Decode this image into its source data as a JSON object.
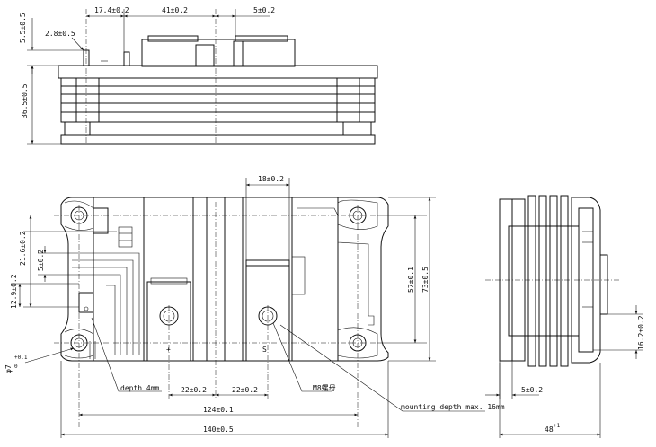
{
  "dimensions": {
    "top_view": {
      "d_17_4": "17.4±0.2",
      "d_41": "41±0.2",
      "d_5_top": "5±0.2",
      "d_5_5": "5.5±0.5",
      "d_2_8": "2.8±0.5",
      "d_36_5": "36.5±0.5"
    },
    "front_view": {
      "d_18": "18±0.2",
      "d_21_6": "21.6±0.2",
      "d_5_left": "5±0.2",
      "d_12_9": "12.9±0.2",
      "d_57": "57±0.1",
      "d_73": "73±0.5",
      "d_phi7": "φ7",
      "d_phi7_tol": "+0.1",
      "d_phi7_tol_low": "0",
      "d_22_a": "22±0.2",
      "d_22_b": "22±0.2",
      "d_124": "124±0.1",
      "d_140": "140±0.5"
    },
    "side_view": {
      "d_5_side": "5±0.2",
      "d_16_2": "16.2±0.2",
      "d_48": "48",
      "d_48_tol": "+1"
    }
  },
  "callouts": {
    "depth": "depth 4mm",
    "screw": "M8螺母",
    "mounting": "mounting depth max. 16mm"
  },
  "terminal_labels": {
    "left": "+",
    "right": "S"
  }
}
